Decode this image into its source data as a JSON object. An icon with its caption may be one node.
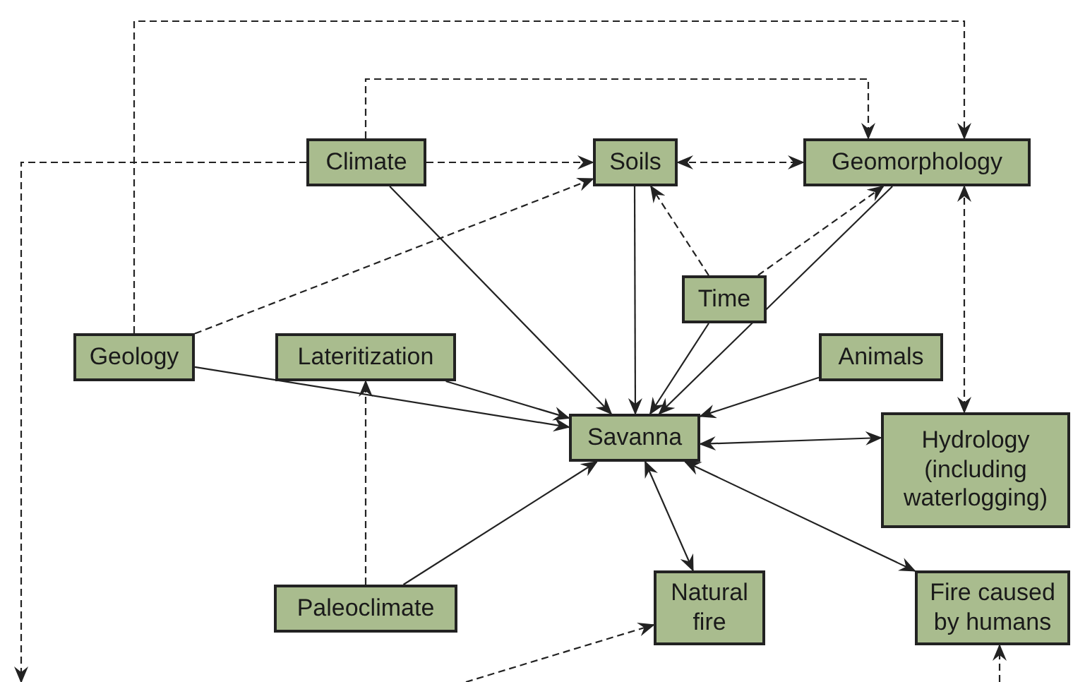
{
  "diagram": {
    "nodes": [
      {
        "text": [
          "Climate"
        ]
      },
      {
        "text": [
          "Soils"
        ]
      },
      {
        "text": [
          "Geomorphology"
        ]
      },
      {
        "text": [
          "Time"
        ]
      },
      {
        "text": [
          "Geology"
        ]
      },
      {
        "text": [
          "Lateritization"
        ]
      },
      {
        "text": [
          "Animals"
        ]
      },
      {
        "text": [
          "Savanna"
        ]
      },
      {
        "text": [
          "Hydrology (including waterlogging)"
        ]
      },
      {
        "text": [
          "Paleoclimate"
        ]
      },
      {
        "text": [
          "Natural fire"
        ]
      },
      {
        "text": [
          "Fire caused by humans"
        ]
      }
    ],
    "edges": [
      {
        "from": 0,
        "to": null,
        "arrow": "to",
        "style": "dashed"
      },
      {
        "from": 0,
        "to": 1,
        "arrow": "to",
        "style": "dashed"
      },
      {
        "from": 0,
        "to": 2,
        "arrow": "to",
        "style": "dashed"
      },
      {
        "from": 4,
        "to": 2,
        "arrow": "to",
        "style": "dashed"
      },
      {
        "from": 1,
        "to": 2,
        "arrow": "both",
        "style": "dashed"
      },
      {
        "from": 4,
        "to": 1,
        "arrow": "to",
        "style": "dashed"
      },
      {
        "from": 3,
        "to": 1,
        "arrow": "to",
        "style": "dashed"
      },
      {
        "from": 3,
        "to": 2,
        "arrow": "to",
        "style": "dashed"
      },
      {
        "from": 2,
        "to": 8,
        "arrow": "both",
        "style": "dashed"
      },
      {
        "from": 0,
        "to": 7,
        "arrow": "to"
      },
      {
        "from": 1,
        "to": 7,
        "arrow": "to"
      },
      {
        "from": 3,
        "to": 7,
        "arrow": "to"
      },
      {
        "from": 2,
        "to": 7,
        "arrow": "to"
      },
      {
        "from": 6,
        "to": 7,
        "arrow": "to"
      },
      {
        "from": 5,
        "to": 7,
        "arrow": "to"
      },
      {
        "from": 4,
        "to": 7,
        "arrow": "to"
      },
      {
        "from": 9,
        "to": 7,
        "arrow": "to"
      },
      {
        "from": 9,
        "to": 5,
        "arrow": "to",
        "style": "dashed"
      },
      {
        "from": 7,
        "to": 8,
        "arrow": "both"
      },
      {
        "from": 7,
        "to": 10,
        "arrow": "both"
      },
      {
        "from": 7,
        "to": 11,
        "arrow": "both"
      },
      {
        "from": null,
        "to": 10,
        "arrow": "to",
        "style": "dashed"
      },
      {
        "from": null,
        "to": 11,
        "arrow": "to",
        "style": "dashed"
      }
    ]
  }
}
